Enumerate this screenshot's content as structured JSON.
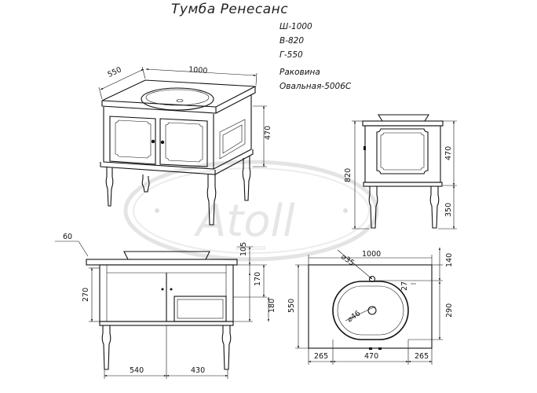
{
  "title": "Тумба  Ренесанс",
  "specs": {
    "width": "Ш-1000",
    "height": "В-820",
    "depth": "Г-550",
    "sink_label": "Раковина",
    "sink_model": "Овальная-5006С"
  },
  "watermark": {
    "brand": "Atoll",
    "since": "since 2003"
  },
  "dims": {
    "iso_depth": "550",
    "iso_width": "1000",
    "iso_height": "470",
    "side_total": "820",
    "side_upper": "470",
    "side_legs": "350",
    "front_overhang": "60",
    "front_105": "105",
    "front_170": "170",
    "front_180": "180",
    "front_270": "270",
    "front_540": "540",
    "front_430": "430",
    "top_width": "1000",
    "top_tap_d": "⌀35",
    "top_140": "140",
    "top_27": "27",
    "top_drain": "⌀46",
    "top_290": "290",
    "top_550": "550",
    "top_265_left": "265",
    "top_470": "470",
    "top_265_right": "265"
  }
}
